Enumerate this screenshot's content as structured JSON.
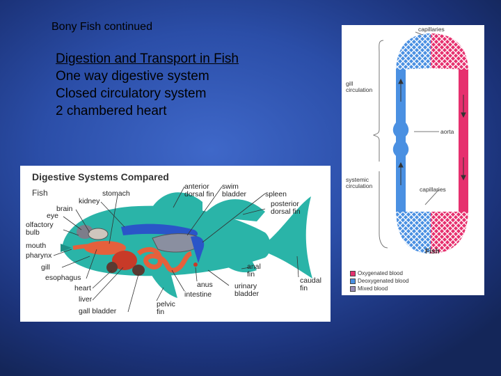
{
  "slide": {
    "title": "Bony Fish continued",
    "bullets": [
      "Digestion and Transport in Fish",
      "One way digestive system",
      "Closed circulatory system",
      "2 chambered heart"
    ]
  },
  "digestive_figure": {
    "title": "Digestive Systems Compared",
    "subtitle": "Fish",
    "labels": {
      "stomach": "stomach",
      "kidney": "kidney",
      "brain": "brain",
      "eye": "eye",
      "olfactory_bulb": "olfactory bulb",
      "mouth": "mouth",
      "pharynx": "pharynx",
      "gill": "gill",
      "esophagus": "esophagus",
      "heart": "heart",
      "liver": "liver",
      "gall_bladder": "gall bladder",
      "anterior_dorsal_fin": "anterior dorsal fin",
      "swim_bladder": "swim bladder",
      "spleen": "spleen",
      "posterior_dorsal_fin": "posterior dorsal fin",
      "anal_fin": "anal fin",
      "caudal_fin": "caudal fin",
      "anus": "anus",
      "intestine": "intestine",
      "urinary_bladder": "urinary bladder",
      "pelvic_fin": "pelvic fin"
    },
    "colors": {
      "body": "#2ab4a8",
      "digestive": "#e5603c",
      "liver": "#c83a28",
      "kidney": "#2a55c8",
      "eye": "#7d7d8a",
      "dark_organ": "#5a3a32"
    }
  },
  "circulation_figure": {
    "labels": {
      "capillaries_top": "capillaries",
      "gill_circulation": "gill circulation",
      "aorta": "aorta",
      "systemic_circulation": "systemic circulation",
      "capillaries_bottom": "capillaries"
    },
    "name": "Fish",
    "legend": [
      {
        "label": "Oxygenated blood",
        "color": "#e6306e"
      },
      {
        "label": "Deoxygenated blood",
        "color": "#4a90e2"
      },
      {
        "label": "Mixed blood",
        "color": "#9b8fb7"
      }
    ]
  }
}
